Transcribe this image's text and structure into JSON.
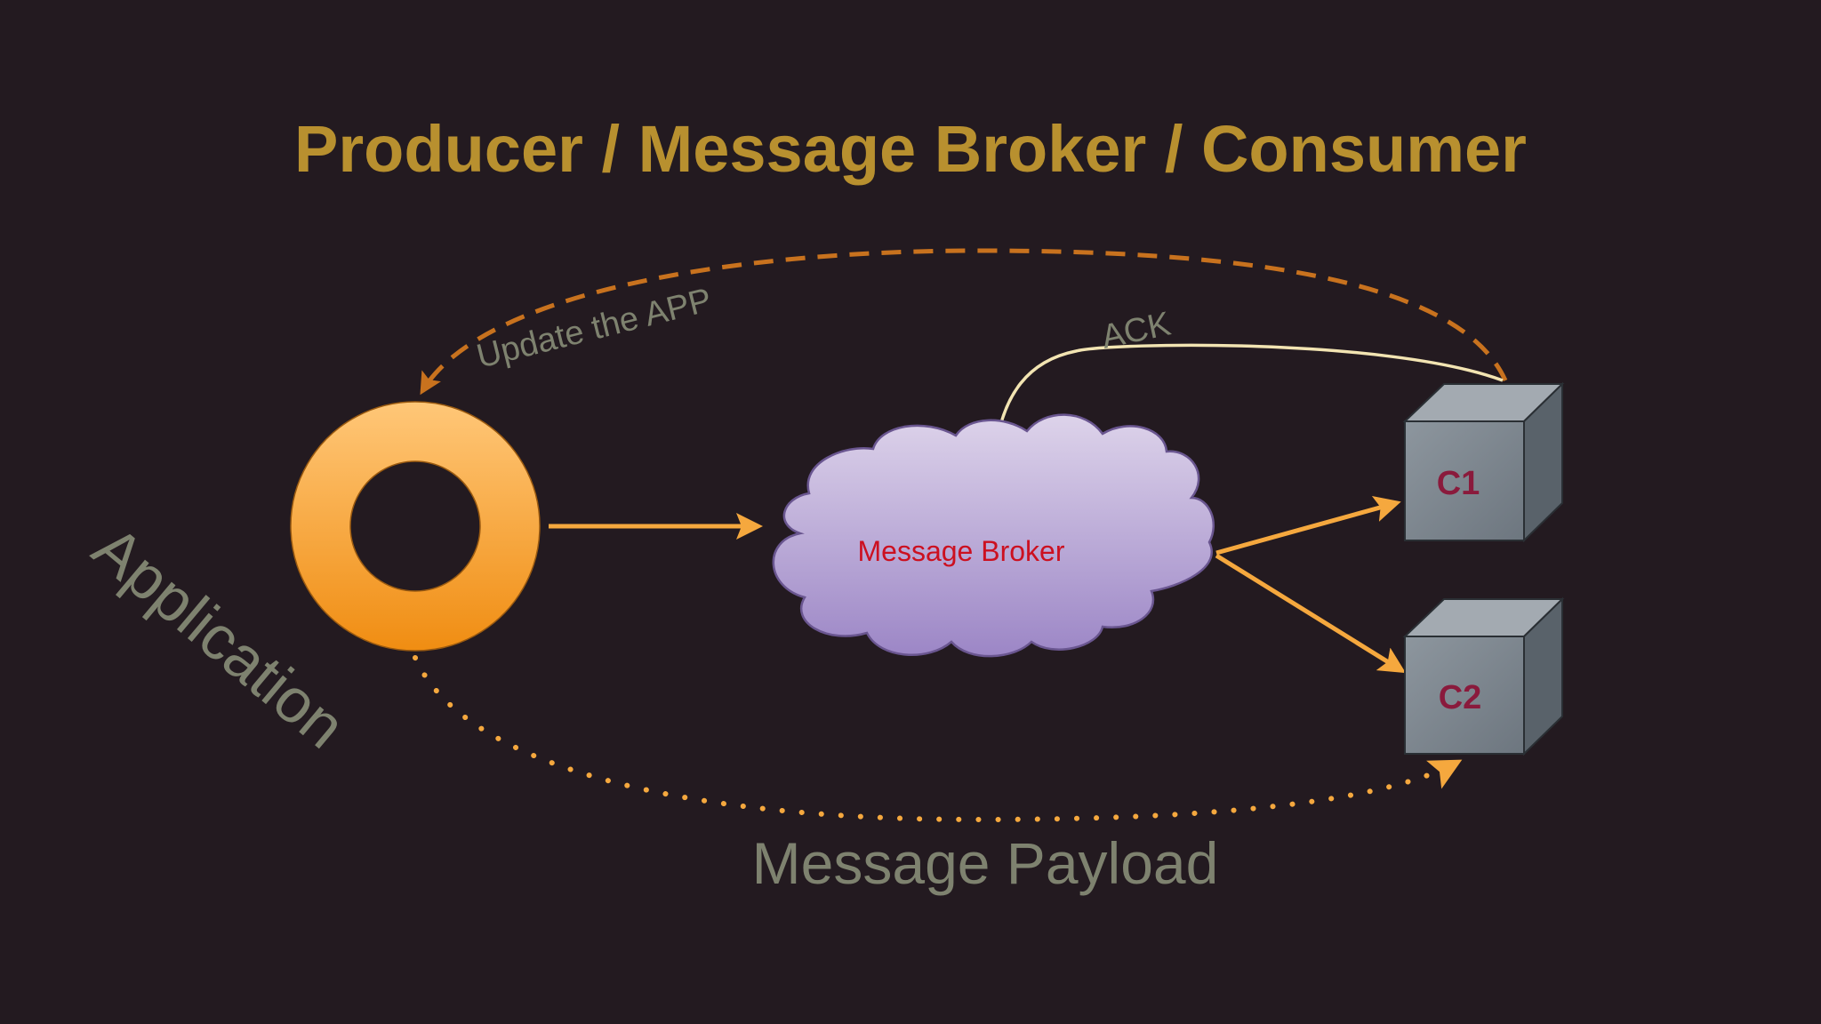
{
  "title": "Producer / Message Broker / Consumer",
  "nodes": {
    "application": {
      "label": "Application"
    },
    "broker": {
      "label": "Message Broker"
    },
    "consumer_1": {
      "label": "C1"
    },
    "consumer_2": {
      "label": "C2"
    }
  },
  "edges": {
    "update_app": {
      "label": "Update the APP"
    },
    "ack": {
      "label": "ACK"
    },
    "payload": {
      "label": "Message Payload"
    }
  },
  "colors": {
    "background": "#231a20",
    "title": "#b8902f",
    "ring": "#f5a128",
    "arrow": "#f5a83e",
    "dashed_arrow": "#c8721e",
    "ack_arrow": "#f2e4b2",
    "muted_label": "#7e826f",
    "broker_text": "#cc1020",
    "consumer_text": "#8a1a3c",
    "cube": "#7d8790"
  }
}
